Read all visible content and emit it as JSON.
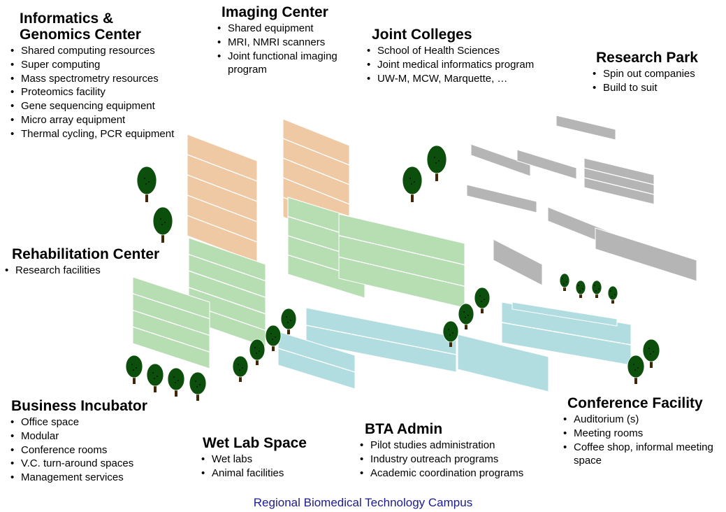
{
  "blocks": {
    "informatics": {
      "title_lines": [
        "Informatics &",
        "Genomics Center"
      ],
      "items": [
        "Shared computing resources",
        "Super computing",
        "Mass spectrometry resources",
        "Proteomics facility",
        "Gene sequencing equipment",
        "Micro array equipment",
        "Thermal cycling, PCR equipment"
      ]
    },
    "imaging": {
      "title_lines": [
        "Imaging Center"
      ],
      "items": [
        "Shared equipment",
        "MRI, NMRI scanners",
        "Joint functional imaging program"
      ]
    },
    "joint": {
      "title_lines": [
        "Joint Colleges"
      ],
      "items": [
        "School of Health Sciences",
        "Joint medical informatics program",
        "UW-M, MCW, Marquette, …"
      ]
    },
    "research_park": {
      "title_lines": [
        "Research Park"
      ],
      "items": [
        "Spin out companies",
        "Build to suit"
      ]
    },
    "rehab": {
      "title_lines": [
        "Rehabilitation Center"
      ],
      "items": [
        "Research facilities"
      ]
    },
    "incubator": {
      "title_lines": [
        "Business Incubator"
      ],
      "items": [
        "Office space",
        "Modular",
        "Conference rooms",
        "V.C. turn-around spaces",
        "Management services"
      ]
    },
    "wetlab": {
      "title_lines": [
        "Wet Lab Space"
      ],
      "items": [
        "Wet labs",
        "Animal facilities"
      ]
    },
    "bta": {
      "title_lines": [
        "BTA Admin"
      ],
      "items": [
        "Pilot studies administration",
        "Industry outreach programs",
        "Academic coordination programs"
      ]
    },
    "conference": {
      "title_lines": [
        "Conference Facility"
      ],
      "items": [
        "Auditorium (s)",
        "Meeting rooms",
        "Coffee shop, informal meeting space"
      ]
    }
  },
  "caption": "Regional Biomedical Technology Campus",
  "colors": {
    "caption_text": "#1c1c8c",
    "tan_top": "#b08c69",
    "tan_side": "#efc9a4",
    "green_top": "#8cae88",
    "green_side": "#b7ddb3",
    "teal_top": "#84aaaa",
    "teal_side": "#b2dde0",
    "gray_top": "#8b8b8b",
    "gray_side": "#b5b5b5",
    "tree_foliage": "#0c4f0c",
    "tree_trunk": "#3f2707"
  }
}
